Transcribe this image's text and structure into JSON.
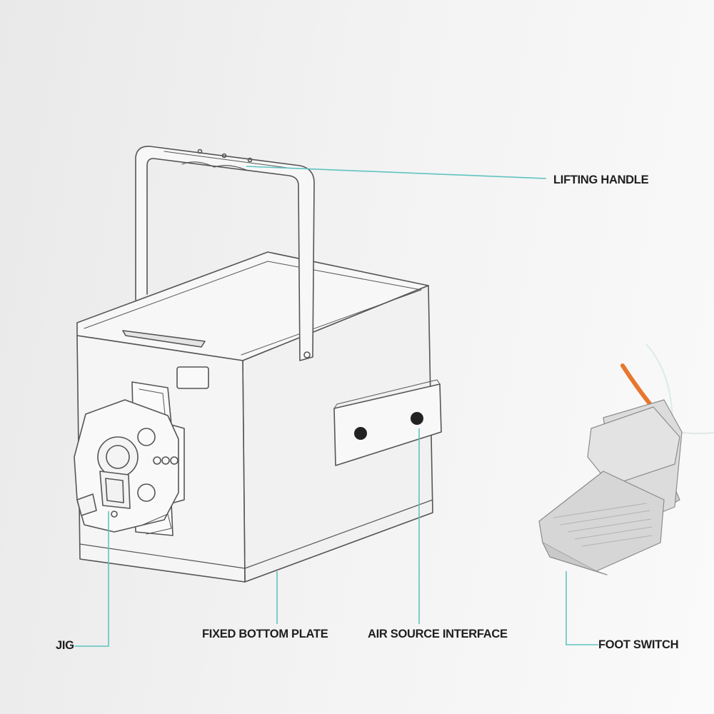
{
  "labels": {
    "lifting_handle": "LIFTING HANDLE",
    "jig": "JIG",
    "fixed_bottom_plate": "FIXED BOTTOM PLATE",
    "air_source_interface": "AIR SOURCE INTERFACE",
    "foot_switch": "FOOT SWITCH"
  },
  "colors": {
    "leader_line": "#5fc4c0",
    "outline": "#555555",
    "body_fill": "#f3f3f3",
    "hose": "#e8772e"
  }
}
